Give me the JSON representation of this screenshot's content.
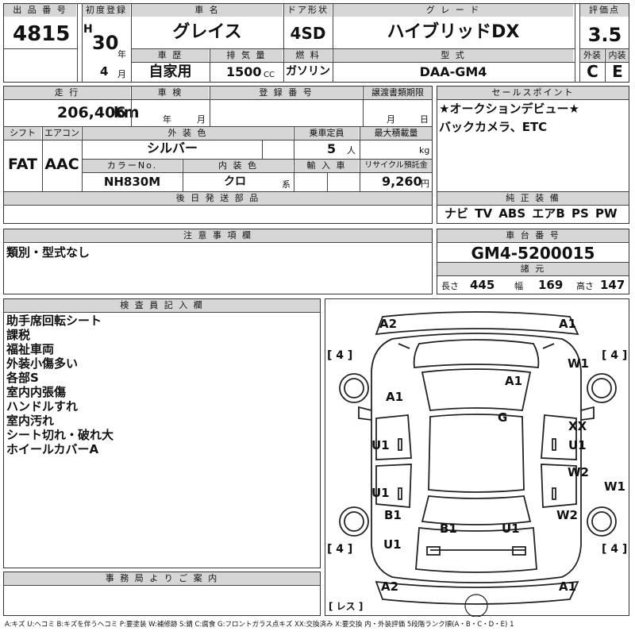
{
  "header": {
    "lot_label": "出 品 番 号",
    "lot_no": "4815",
    "first_reg_label": "初度登録",
    "era": "H",
    "year": "30",
    "year_unit": "年",
    "month": "4",
    "month_unit": "月",
    "car_name_label": "車 名",
    "car_name": "グレイス",
    "door_label": "ドア形状",
    "door": "4SD",
    "grade_label": "グ レ ー ド",
    "grade": "ハイブリッドDX",
    "score_label": "評価点",
    "score": "3.5",
    "history_label": "車 歴",
    "history": "自家用",
    "displacement_label": "排 気 量",
    "displacement": "1500",
    "displacement_unit": "CC",
    "fuel_label": "燃 料",
    "fuel": "ガソリン",
    "model_label": "型 式",
    "model": "DAA-GM4",
    "exterior_label": "外装",
    "exterior": "C",
    "interior_label": "内装",
    "interior": "E"
  },
  "row2": {
    "mileage_label": "走 行",
    "mileage": "206,406",
    "mileage_unit": "km",
    "inspection_label": "車 検",
    "insp_year_unit": "年",
    "insp_month_unit": "月",
    "reg_no_label": "登 録 番 号",
    "transfer_label": "譲渡書類期限",
    "transfer_month_unit": "月",
    "transfer_day_unit": "日",
    "shift_label": "シフト",
    "shift": "FAT",
    "ac_label": "エアコン",
    "ac": "AAC",
    "color_label": "外 装 色",
    "color": "シルバー",
    "capacity_label": "乗車定員",
    "capacity": "5",
    "capacity_unit": "人",
    "load_label": "最大積載量",
    "load_unit": "kg",
    "color_no_label": "カラーNo.",
    "color_no": "NH830M",
    "int_color_label": "内 装 色",
    "int_color": "クロ",
    "int_color_unit": "系",
    "import_label": "輸 入 車",
    "recycle_label": "リサイクル預託金",
    "recycle": "9,260",
    "recycle_unit": "円"
  },
  "sales": {
    "label": "セールスポイント",
    "line1": "★オークションデビュー★",
    "line2": "バックカメラ、ETC"
  },
  "later_parts_label": "後 日 発 送 部 品",
  "equipment": {
    "label": "純 正 装 備",
    "items": "ナビ TV ABS エアB PS PW"
  },
  "notes": {
    "label": "注 意 事 項 欄",
    "text": "類別・型式なし"
  },
  "chassis": {
    "label": "車 台 番 号",
    "number": "GM4-5200015",
    "spec_label": "諸 元",
    "length_label": "長さ",
    "length": "445",
    "width_label": "幅",
    "width": "169",
    "height_label": "高さ",
    "height": "147"
  },
  "inspector": {
    "label": "検 査 員 記 入 欄",
    "lines": [
      "助手席回転シート",
      "課税",
      "福祉車両",
      "外装小傷多い",
      "各部S",
      "室内内張傷",
      "ハンドルすれ",
      "室内汚れ",
      "シート切れ・破れ大",
      "ホイールカバーA"
    ]
  },
  "diagram_marks": {
    "front_left": "A2",
    "front_right": "A1",
    "rear_left": "A2",
    "rear_right": "A1",
    "tire_fl": "[ 4 ]",
    "tire_fr": "[ 4 ]",
    "tire_rl": "[ 4 ]",
    "tire_rr": "[ 4 ]",
    "fender_fl": "A1",
    "fender_fr": "W1",
    "hood": "A1",
    "roof": "G",
    "door_fl": "U1",
    "door_fr_1": "XX",
    "door_fr_2": "U1",
    "door_rl": "U1",
    "door_rr": "W2",
    "right_edge": "W1",
    "fender_rl": "B1",
    "fender_rl_2": "U1",
    "fender_rr": "W2",
    "trunk_left": "B1",
    "trunk_right": "U1",
    "less": "[ レス ]"
  },
  "office": {
    "label": "事 務 局 よ り ご 案 内"
  },
  "legend": "A:キズ U:ヘコミ B:キズを伴うヘコミ P:要塗装 W:補修跡 S:錆 C:腐食 G:フロントガラス点キズ XX:交換済み X:要交換 内・外装評価 5段階ランク順(A・B・C・D・E) 1"
}
